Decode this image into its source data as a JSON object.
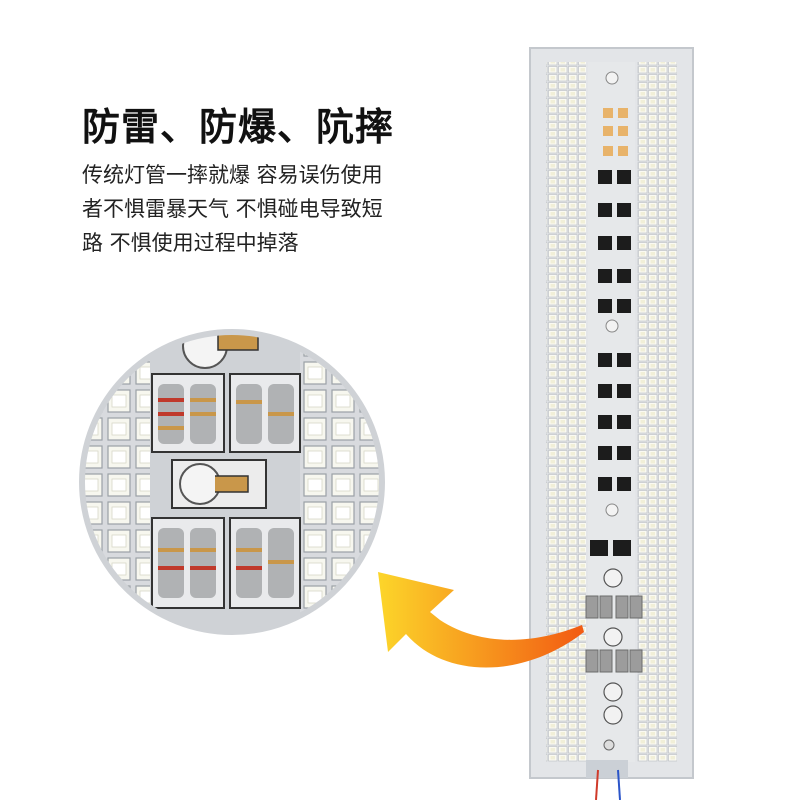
{
  "heading": "防雷、防爆、阬摔",
  "description": {
    "line1": "传统灯管一摔就爆 容易误伤使用",
    "line2": "者不惧雷暴天气 不惧碰电导致短",
    "line3": "路 不惧使用过程中掉落"
  },
  "colors": {
    "board": "#dfe1e4",
    "led": "#fafaf2",
    "led_border": "#b8bcc2",
    "chip": "#1a1a1a",
    "resistor": "#a9a9a9",
    "arrow_start": "#f25a12",
    "arrow_end": "#fcd62a"
  },
  "icons": [
    "led-board-icon",
    "magnifier-circle-icon",
    "curved-arrow-icon"
  ]
}
